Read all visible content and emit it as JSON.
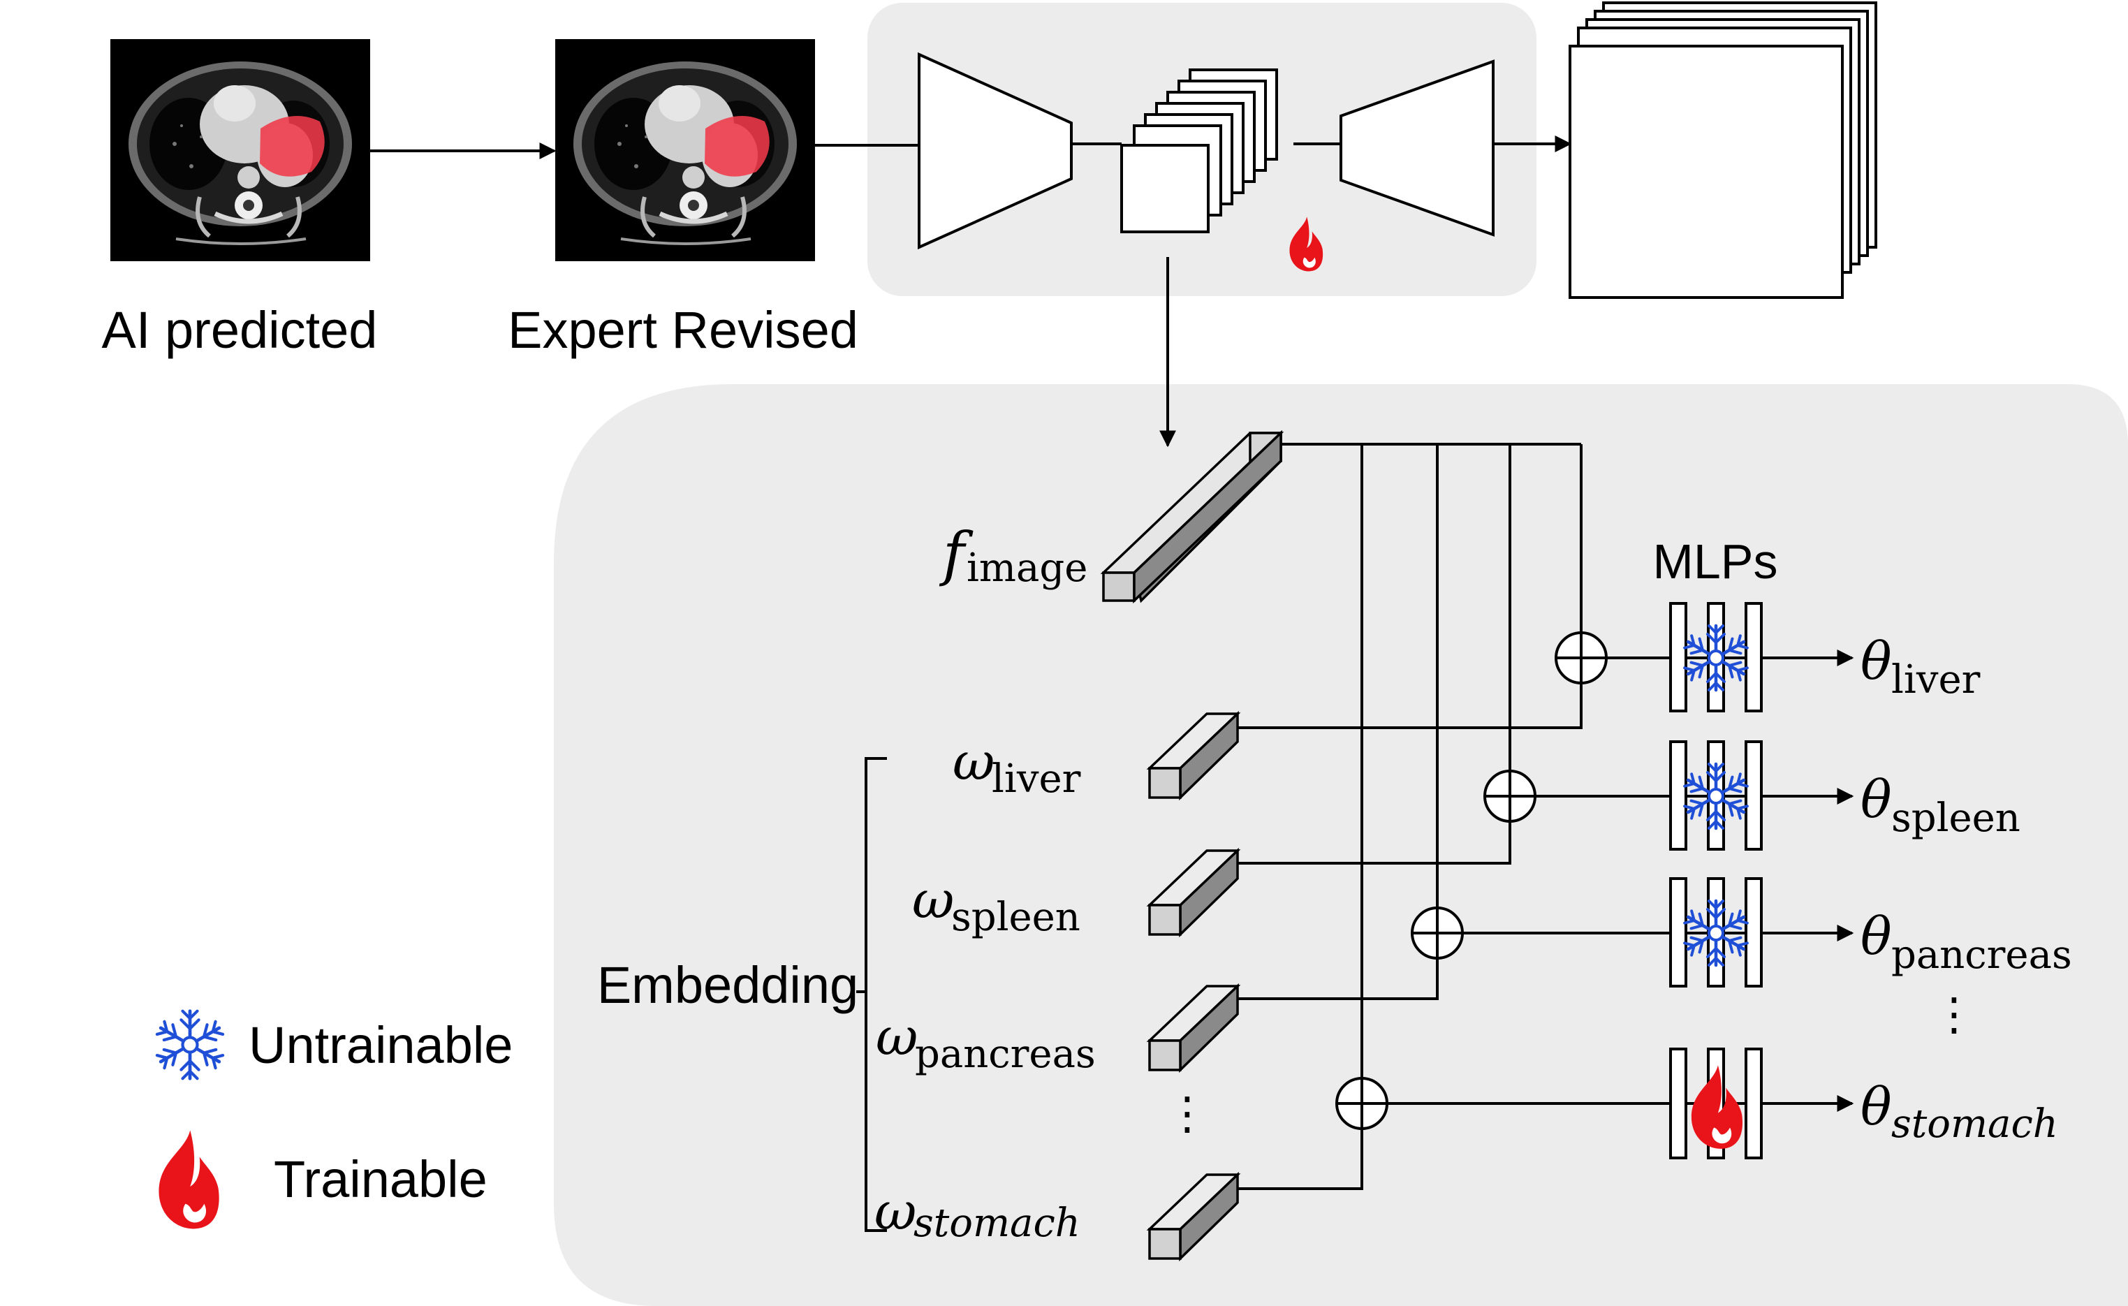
{
  "labels": {
    "ai_predicted": "AI predicted",
    "expert_revised": "Expert Revised",
    "mlps": "MLPs",
    "embedding": "Embedding",
    "untrainable": "Untrainable",
    "trainable": "Trainable",
    "vdots": "⋮"
  },
  "feature": {
    "symbol": "f",
    "subscript": "image"
  },
  "embeddings": [
    {
      "symbol": "ω",
      "subscript": "liver"
    },
    {
      "symbol": "ω",
      "subscript": "spleen"
    },
    {
      "symbol": "ω",
      "subscript": "pancreas"
    },
    {
      "symbol": "ω",
      "subscript": "stomach"
    }
  ],
  "outputs": [
    {
      "symbol": "θ",
      "subscript": "liver"
    },
    {
      "symbol": "θ",
      "subscript": "spleen"
    },
    {
      "symbol": "θ",
      "subscript": "pancreas"
    },
    {
      "symbol": "θ",
      "subscript": "stomach"
    }
  ],
  "icons": {
    "untrainable": "snowflake-icon",
    "trainable": "flame-icon"
  },
  "colors": {
    "panel": "#ececec",
    "flame": "#e8141a",
    "snowflake": "#1f4fd6",
    "organ_overlay": "#f03a4a",
    "line": "#000000"
  }
}
